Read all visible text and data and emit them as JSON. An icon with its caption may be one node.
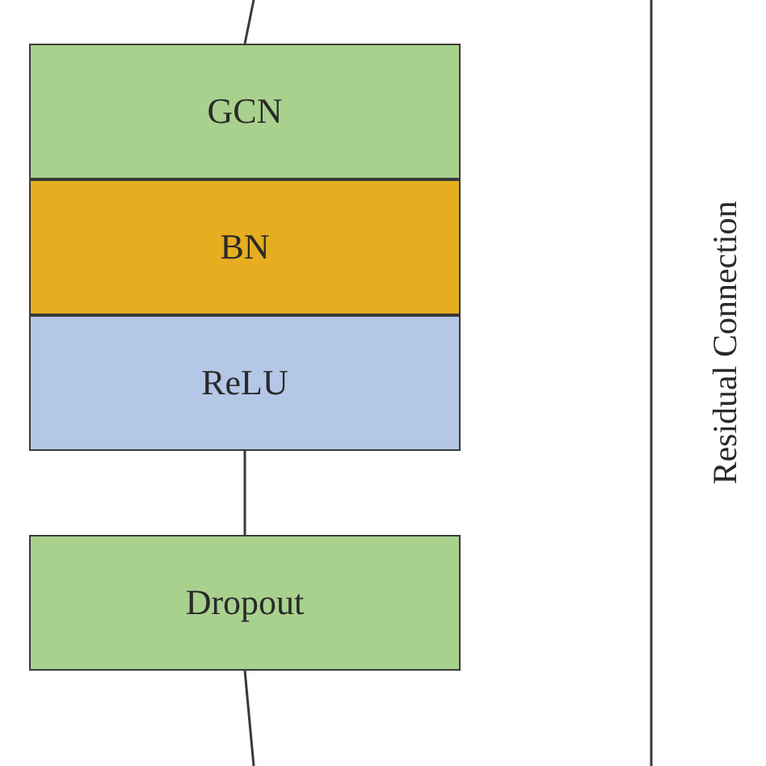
{
  "diagram": {
    "nodes": [
      {
        "text": [
          "GCN"
        ]
      },
      {
        "text": [
          "BN"
        ]
      },
      {
        "text": [
          "ReLU"
        ]
      },
      {
        "text": [
          "Dropout"
        ]
      }
    ],
    "edges": [
      {
        "from": null,
        "to": 0,
        "arrow": "none"
      },
      {
        "from": 2,
        "to": 3,
        "arrow": "none"
      },
      {
        "from": 3,
        "to": null,
        "arrow": "none"
      }
    ],
    "labels": [
      "Residual Connection"
    ]
  }
}
